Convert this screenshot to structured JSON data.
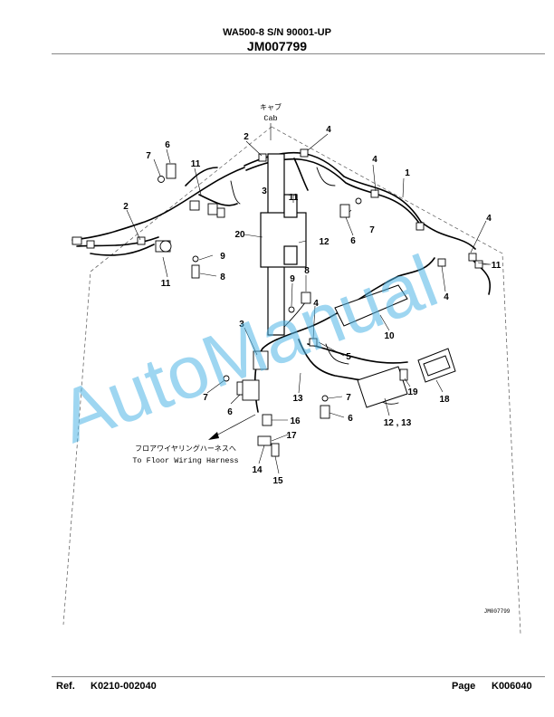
{
  "header": {
    "model": "WA500-8 S/N 90001-UP",
    "code": "JM007799"
  },
  "footer": {
    "ref_label": "Ref.",
    "ref_value": "K0210-002040",
    "page_label": "Page",
    "page_value": "K006040"
  },
  "diagram": {
    "cab_jp": "キャブ",
    "cab_en": "Cab",
    "floor_jp": "フロアワイヤリングハーネスへ",
    "floor_en": "To Floor Wiring Harness",
    "figure_id": "JM007799",
    "watermark": "AutoManual",
    "callouts": {
      "c1": "1",
      "c2a": "2",
      "c2b": "2",
      "c3a": "3",
      "c3b": "3",
      "c4a": "4",
      "c4b": "4",
      "c4c": "4",
      "c4d": "4",
      "c4e": "4",
      "c5": "5",
      "c6a": "6",
      "c6b": "6",
      "c6c": "6",
      "c6d": "6",
      "c7a": "7",
      "c7b": "7",
      "c7c": "7",
      "c7d": "7",
      "c8a": "8",
      "c8b": "8",
      "c9a": "9",
      "c9b": "9",
      "c10": "10",
      "c11a": "11",
      "c11b": "11",
      "c11c": "11",
      "c11d": "11",
      "c12": "12",
      "c12_13": "12 , 13",
      "c13": "13",
      "c14": "14",
      "c15": "15",
      "c16": "16",
      "c17": "17",
      "c18": "18",
      "c19": "19",
      "c20": "20"
    }
  }
}
